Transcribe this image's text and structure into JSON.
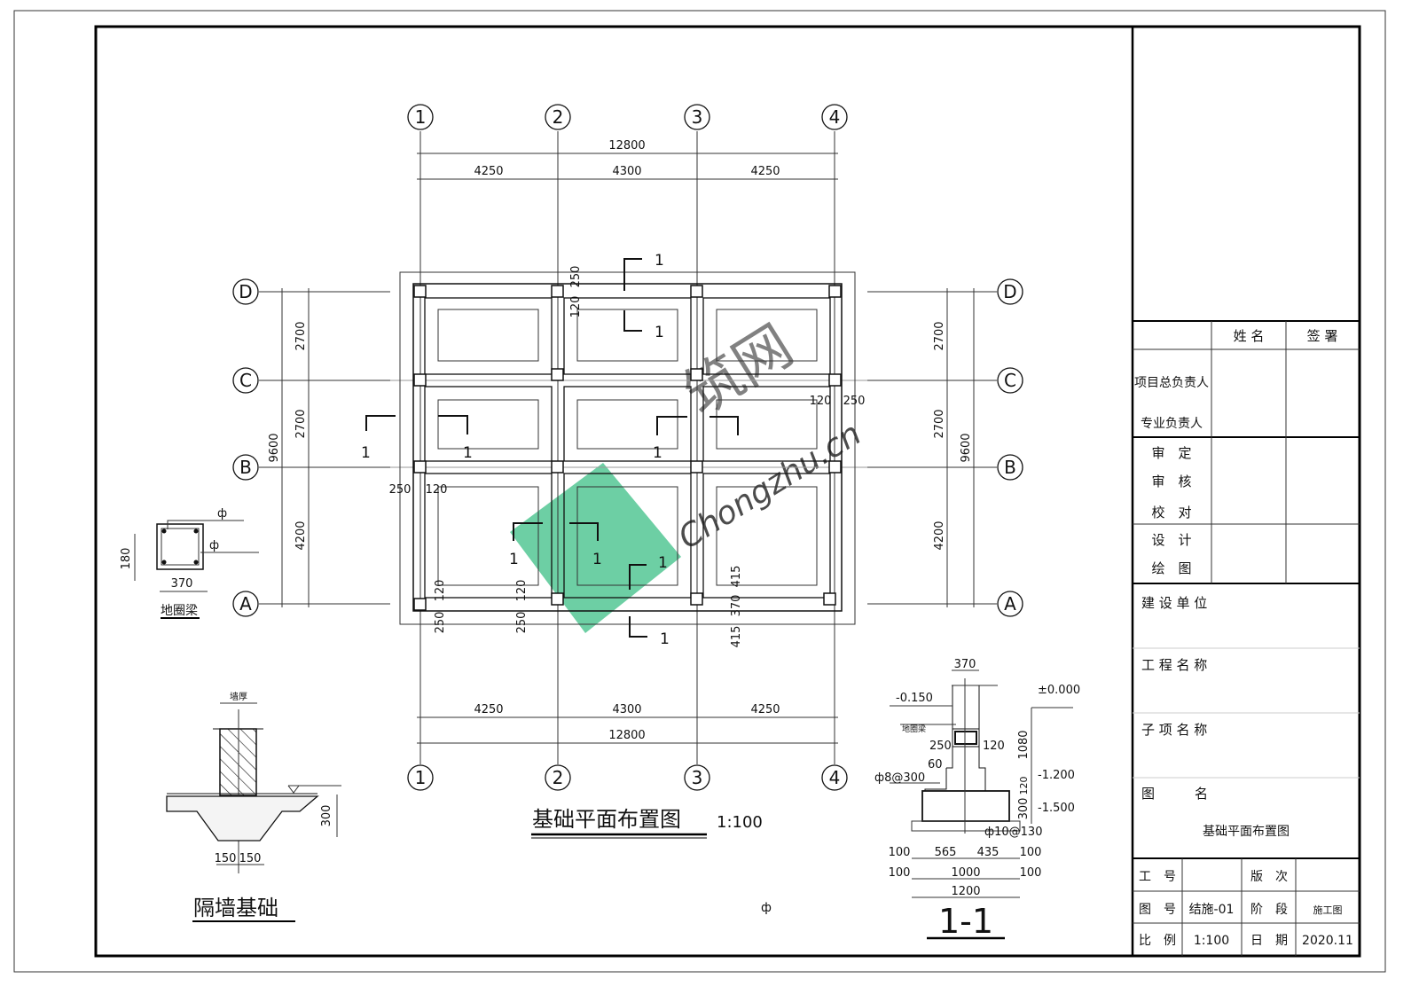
{
  "plan": {
    "axes_x": [
      "1",
      "2",
      "3",
      "4"
    ],
    "axes_y": [
      "D",
      "C",
      "B",
      "A"
    ],
    "top_total": "12800",
    "top_spans": [
      "4250",
      "4300",
      "4250"
    ],
    "bottom_spans": [
      "4250",
      "4300",
      "4250"
    ],
    "bottom_total": "12800",
    "left_spans": [
      "2700",
      "2700",
      "4200"
    ],
    "left_total": "9600",
    "right_spans": [
      "2700",
      "2700",
      "4200"
    ],
    "right_total": "9600",
    "local_dims": [
      "250",
      "120",
      "120",
      "250",
      "250",
      "120",
      "120",
      "250",
      "120",
      "250",
      "415",
      "370",
      "415"
    ],
    "section_mark": "1",
    "title": "基础平面布置图",
    "scale": "1:100",
    "stray_symbol": "ф"
  },
  "ring_beam": {
    "height": "180",
    "width": "370",
    "rebar_top": "ф",
    "rebar_side": "ф",
    "title": "地圈梁"
  },
  "partition": {
    "wall_label": "墙厚",
    "depth": "300",
    "widths": [
      "150",
      "150"
    ],
    "title": "隔墙基础"
  },
  "section": {
    "width_top": "370",
    "elev_beam": "-0.150",
    "beam_label": "地圈梁",
    "dims_mid": [
      "250",
      "120"
    ],
    "step": "60",
    "rebar_top": "ф8@300",
    "rebar_bottom": "ф10@130",
    "elev_zero": "±0.000",
    "height_1080": "1080",
    "elev_1200": "-1.200",
    "h120": "120",
    "h300": "300",
    "elev_1500": "-1.500",
    "row1": [
      "100",
      "565",
      "435",
      "100"
    ],
    "row2": [
      "100",
      "1000",
      "100"
    ],
    "total": "1200",
    "title": "1-1"
  },
  "watermark": {
    "cn": "筑网",
    "en": "Chongzhu.cn"
  },
  "title_block": {
    "header": [
      "姓 名",
      "签 署"
    ],
    "roles": [
      "项目总负责人",
      "专业负责人",
      "审　定",
      "审　核",
      "校　对",
      "设　计",
      "绘　图"
    ],
    "fields": [
      "建 设 单 位",
      "工 程 名 称",
      "子 项 名 称",
      "图　　　名"
    ],
    "drawing_name": "基础平面布置图",
    "bottom": [
      [
        "工　号",
        "",
        "版　次",
        ""
      ],
      [
        "图　号",
        "结施-01",
        "阶　段",
        "施工图"
      ],
      [
        "比　例",
        "1:100",
        "日　期",
        "2020.11"
      ]
    ]
  }
}
